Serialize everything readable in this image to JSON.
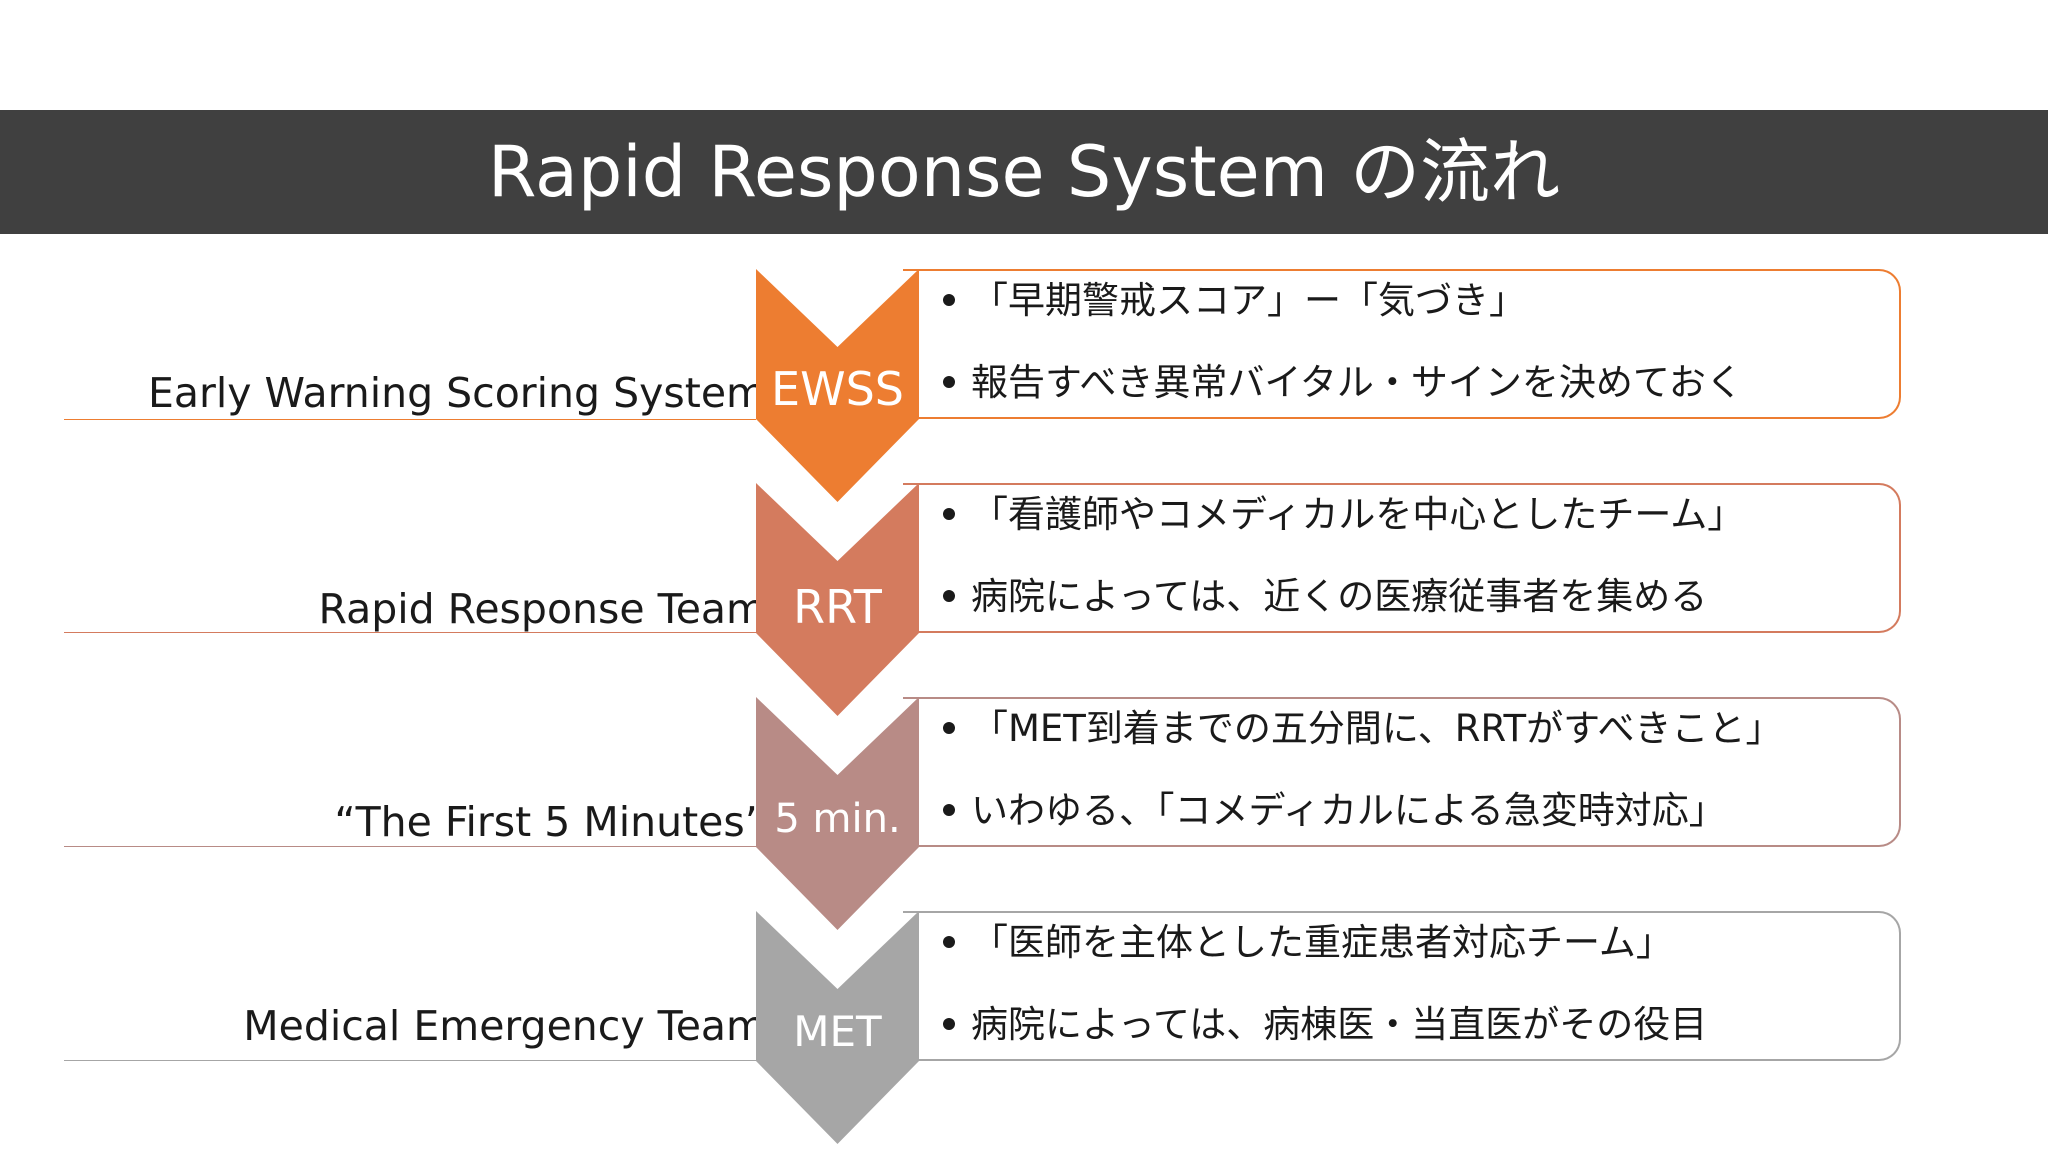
{
  "title": "Rapid Response System の流れ",
  "colors": {
    "title_bar": "#404040",
    "ewss": "#ED7D31",
    "rrt": "#D47B5E",
    "five_min": "#B88B86",
    "met": "#A6A6A6"
  },
  "stages": [
    {
      "label": "Early Warning Scoring System",
      "abbr": "EWSS",
      "bullets": [
        "「早期警戒スコア」ー「気づき」",
        "報告すべき異常バイタル・サインを決めておく"
      ]
    },
    {
      "label": "Rapid Response Team",
      "abbr": "RRT",
      "bullets": [
        "「看護師やコメディカルを中心としたチーム」",
        "病院によっては、近くの医療従事者を集める"
      ]
    },
    {
      "label": "“The First 5 Minutes”",
      "abbr": "5 min.",
      "bullets": [
        "「MET到着までの五分間に、RRTがすべきこと」",
        "いわゆる、「コメディカルによる急変時対応」"
      ]
    },
    {
      "label": "Medical Emergency Team",
      "abbr": "MET",
      "bullets": [
        "「医師を主体とした重症患者対応チーム」",
        "病院によっては、病棟医・当直医がその役目"
      ]
    }
  ]
}
